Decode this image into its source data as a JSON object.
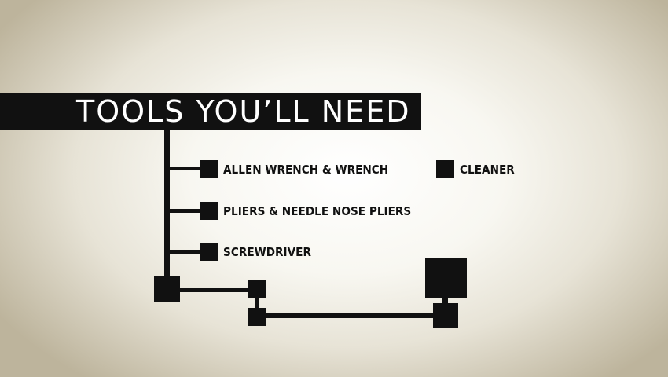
{
  "title": "TOOLS YOU’LL NEED",
  "items": [
    {
      "label": "ALLEN WRENCH & WRENCH"
    },
    {
      "label": "PLIERS & NEEDLE NOSE PLIERS"
    },
    {
      "label": "SCREWDRIVER"
    },
    {
      "label": "CLEANER"
    }
  ],
  "colors": {
    "ink": "#111111",
    "title_text": "#ffffff",
    "background_center": "#ffffff",
    "background_edge": "#bdb49c"
  }
}
